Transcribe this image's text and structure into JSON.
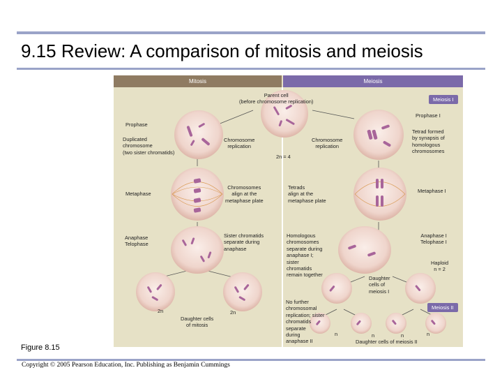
{
  "title": "9.15 Review: A comparison of mitosis and meiosis",
  "figure_label": "Figure 8.15",
  "copyright": "Copyright © 2005 Pearson Education, Inc. Publishing as Benjamin Cummings",
  "colors": {
    "rule": "#9aa3c8",
    "mitosis_header": "#8f7b62",
    "meiosis_header": "#7b6aa9",
    "panel": "#e6e1c6",
    "chromosome": "#a8659a"
  },
  "headers": {
    "mitosis": "Mitosis",
    "meiosis": "Meiosis"
  },
  "tags": {
    "meiosis_1": "Meiosis I",
    "meiosis_2": "Meiosis II"
  },
  "labels": {
    "parent_cell": "Parent cell\n(before chromosome replication)",
    "prophase_1": "Prophase I",
    "prophase": "Prophase",
    "duplicated_chromosome": "Duplicated\nchromosome\n(two sister chromatids)",
    "chromosome_replication_left": "Chromosome\nreplication",
    "chromosome_replication_right": "Chromosome\nreplication",
    "tetrad_formed": "Tetrad formed\nby synapsis of\nhomologous\nchromosomes",
    "two_n_four": "2n = 4",
    "metaphase": "Metaphase",
    "chromosomes_align": "Chromosomes\nalign at the\nmetaphase plate",
    "tetrads_align": "Tetrads\nalign at the\nmetaphase plate",
    "metaphase_1": "Metaphase I",
    "anaphase_telophase": "Anaphase\nTelophase",
    "sister_chromatids_separate": "Sister chromatids\nseparate during\nanaphase",
    "homologous_separate": "Homologous\nchromosomes\nseparate during\nanaphase I;\nsister\nchromatids\nremain together",
    "anaphase_telophase_1": "Anaphase I\nTelophase I",
    "haploid": "Haploid\nn = 2",
    "daughter_cells_meiosis_1": "Daughter\ncells of\nmeiosis I",
    "two_n_left": "2n",
    "two_n_right": "2n",
    "daughter_cells_mitosis": "Daughter cells\nof mitosis",
    "no_further_replication": "No further\nchromosomal\nreplication; sister\nchromatids\nseparate\nduring\nanaphase II",
    "n1": "n",
    "n2": "n",
    "n3": "n",
    "n4": "n",
    "daughter_cells_meiosis_2": "Daughter cells of meiosis II"
  }
}
